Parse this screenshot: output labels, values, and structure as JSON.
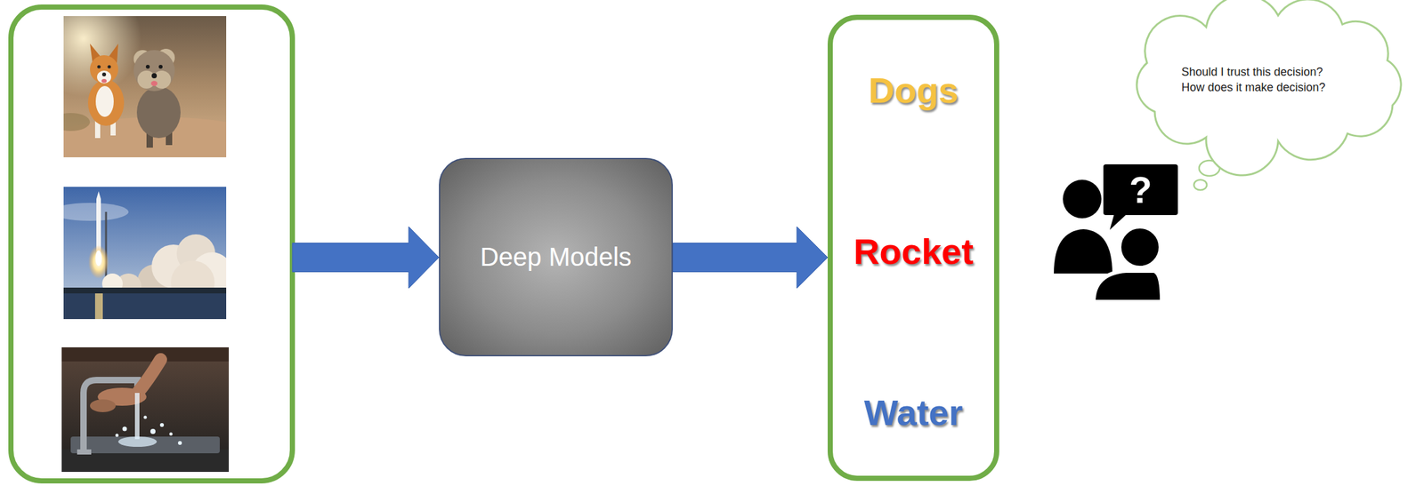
{
  "diagram": {
    "nodes": [
      {
        "text": [
          "Deep Models"
        ]
      },
      {
        "text": [
          "Dogs",
          "Rocket",
          "Water"
        ]
      },
      {
        "text": [
          "Should I trust this decision? How does it make decision?"
        ]
      }
    ],
    "edges": [
      {
        "from": 0,
        "to": 1,
        "arrow": "to"
      }
    ],
    "labels": [
      "?"
    ]
  }
}
